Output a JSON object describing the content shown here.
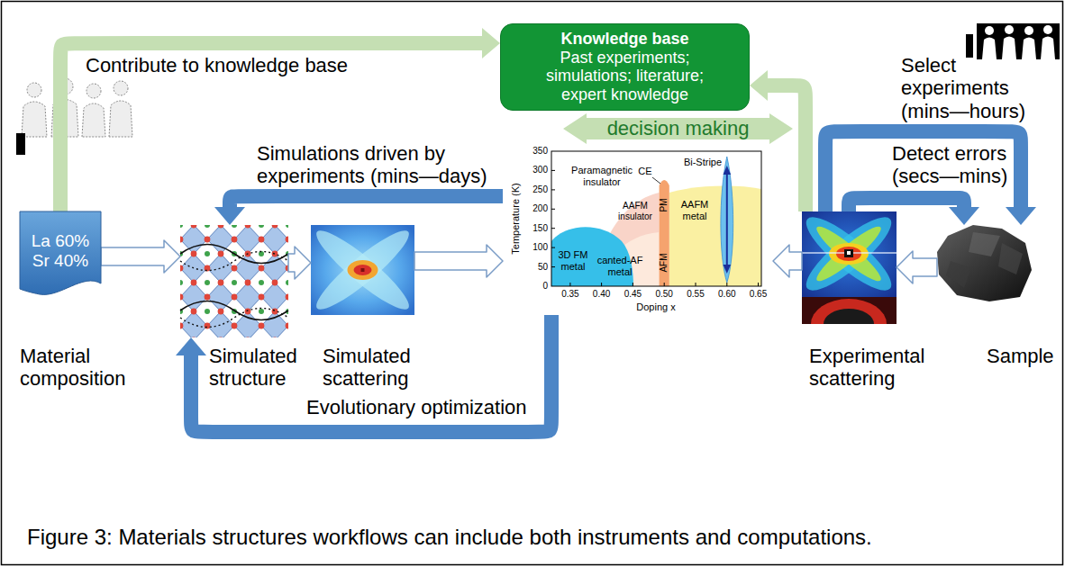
{
  "diagram": {
    "caption": "Figure 3: Materials structures workflows can include both instruments and computations.",
    "nodes": [
      {
        "text": [
          "Knowledge base",
          "Past experiments; simulations; literature; expert knowledge"
        ]
      },
      {
        "text": [
          "La 60% Sr 40%",
          "Material composition"
        ]
      },
      {
        "text": [
          "Simulated structure"
        ]
      },
      {
        "text": [
          "Simulated scattering"
        ]
      },
      {
        "text": [
          "Paramagnetic insulator",
          "CE",
          "Bi-Stripe",
          "PM",
          "AAFM insulator",
          "AAFM metal",
          "AFM",
          "3D FM metal",
          "canted-AF metal",
          "350",
          "300",
          "250",
          "200",
          "150",
          "100",
          "50",
          "0",
          "Temperature (K)",
          "0.35",
          "0.40",
          "0.45",
          "0.50",
          "0.55",
          "0.60",
          "0.65",
          "Doping x"
        ]
      },
      {
        "text": [
          "Experimental scattering"
        ]
      },
      {
        "text": [
          "Sample"
        ]
      }
    ],
    "edges": [
      {
        "from": 1,
        "to": 0,
        "arrow": "to",
        "label": "Contribute to knowledge base"
      },
      {
        "from": 5,
        "to": 0,
        "arrow": "to"
      },
      {
        "from": 1,
        "to": 2,
        "arrow": "to"
      },
      {
        "from": 2,
        "to": 3,
        "arrow": "to"
      },
      {
        "from": 3,
        "to": 4,
        "arrow": "to"
      },
      {
        "from": 4,
        "to": 2,
        "arrow": "to",
        "label": "Simulations driven by experiments (mins—days)"
      },
      {
        "from": 4,
        "to": 2,
        "arrow": "to",
        "label": "Evolutionary optimization"
      },
      {
        "from": 4,
        "to": 5,
        "arrow": "both",
        "label": "decision making"
      },
      {
        "from": 6,
        "to": 5,
        "arrow": "to"
      },
      {
        "from": 5,
        "to": 4,
        "arrow": "to"
      },
      {
        "from": 5,
        "to": 6,
        "arrow": "to",
        "label": "Select experiments (mins—hours)"
      },
      {
        "from": 5,
        "to": 6,
        "arrow": "to",
        "label": "Detect errors (secs—mins)"
      }
    ]
  }
}
